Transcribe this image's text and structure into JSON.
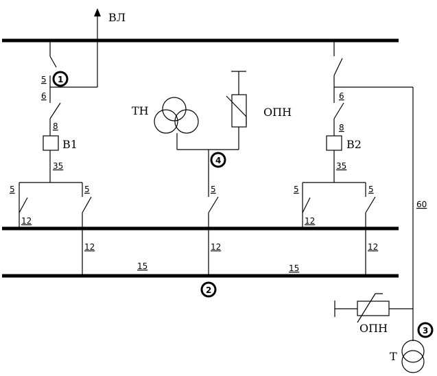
{
  "labels": {
    "overhead_line": "ВЛ",
    "voltage_transformer": "ТН",
    "surge_arrester_top": "ОПН",
    "surge_arrester_bottom": "ОПН",
    "breaker_1": "В1",
    "breaker_2": "В2",
    "transformer": "Т"
  },
  "markers": {
    "m1": "1",
    "m2": "2",
    "m3": "3",
    "m4": "4"
  },
  "numbers": {
    "l_5_a": "5",
    "l_6_a": "6",
    "l_8_a": "8",
    "l_35_a": "35",
    "l_5_b": "5",
    "l_5_c": "5",
    "l_12_a": "12",
    "l_12_b": "12",
    "l_15_a": "15",
    "l_5_d": "5",
    "l_12_c": "12",
    "l_15_b": "15",
    "l_6_b": "6",
    "l_8_b": "8",
    "l_35_b": "35",
    "l_5_e": "5",
    "l_5_f": "5",
    "l_12_d": "12",
    "l_12_e": "12",
    "l_60": "60"
  }
}
